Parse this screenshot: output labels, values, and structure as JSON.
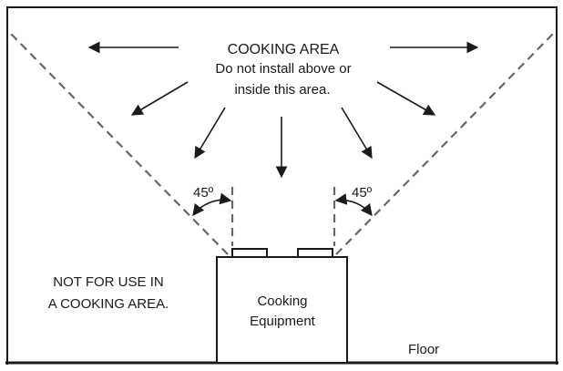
{
  "cooking_area": {
    "title": "COOKING AREA",
    "line1": "Do not install above or",
    "line2": "inside this area."
  },
  "angles": {
    "left": "45º",
    "right": "45º"
  },
  "not_for_use": {
    "line1": "NOT FOR USE IN",
    "line2": "A COOKING AREA."
  },
  "equipment": {
    "line1": "Cooking",
    "line2": "Equipment"
  },
  "floor_label": "Floor",
  "colors": {
    "line": "#1a1a1a",
    "dashed": "#666666",
    "background": "#ffffff"
  }
}
